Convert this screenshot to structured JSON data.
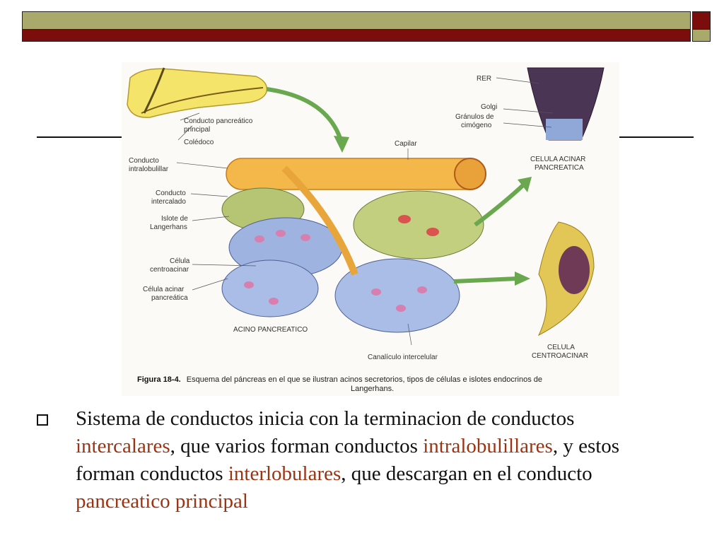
{
  "figure": {
    "labels": {
      "conducto_pancreatico_1": "Conducto pancreático",
      "conducto_pancreatico_2": "principal",
      "coledoco": "Colédoco",
      "intralobulillar_1": "Conducto",
      "intralobulillar_2": "intralobulillar",
      "intercalado_1": "Conducto",
      "intercalado_2": "intercalado",
      "islote_1": "Islote de",
      "islote_2": "Langerhans",
      "centroacinar_1": "Célula",
      "centroacinar_2": "centroacinar",
      "acinar_1": "Célula acinar",
      "acinar_2": "pancreática",
      "acino": "ACINO PANCREATICO",
      "capilar": "Capilar",
      "canaliculo": "Canalículo intercelular",
      "rer": "RER",
      "golgi": "Golgi",
      "granulos_1": "Gránulos de",
      "granulos_2": "cimógeno",
      "celula_acinar_1": "CELULA ACINAR",
      "celula_acinar_2": "PANCREATICA",
      "celula_centro_1": "CELULA",
      "celula_centro_2": "CENTROACINAR"
    },
    "caption_bold": "Figura 18-4.",
    "caption_line1": "Esquema del páncreas en el que se ilustran acinos secretorios, tipos de células e islotes endocrinos de",
    "caption_line2": "Langerhans."
  },
  "bullet": {
    "t1": "Sistema de conductos inicia con la terminacion de conductos ",
    "h1": "intercalares",
    "t2": ", que varios forman conductos ",
    "h2": "intralobulillares",
    "t3": ", y estos forman conductos ",
    "h3": "interlobulares",
    "t4": ", que descargan en el conducto ",
    "h4": "pancreatico principal"
  },
  "colors": {
    "title_olive": "#a9a96b",
    "title_maroon": "#7c0d0d",
    "highlight": "#9a3412"
  }
}
